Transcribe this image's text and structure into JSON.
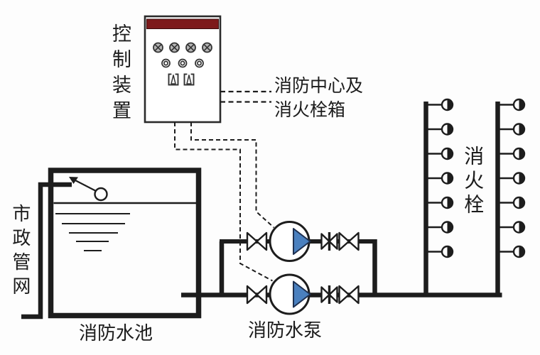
{
  "labels": {
    "control_device": "控制装置",
    "fire_center_line1": "消防中心及",
    "fire_center_line2": "消火栓箱",
    "municipal_network": "市政管网",
    "fire_water_tank": "消防水池",
    "fire_pump": "消防水泵",
    "fire_hydrant": "消火栓"
  },
  "colors": {
    "line": "#1d1d1d",
    "panel_header_red": "#7d1a1b",
    "pump_blue": "#4a80bf",
    "pump_blue_outline": "#1e3050",
    "lamp_gray": "#b5b5b5"
  },
  "components": {
    "control_panel": {
      "crossed_lamps_row1": 4,
      "round_lamps_row2": 3,
      "meter_switches_row3": 2
    },
    "pumps": {
      "count": 2
    },
    "suction_gate_valves": 2,
    "check_valves": 2,
    "discharge_gate_valves": 2,
    "hydrant_risers": {
      "count": 2,
      "hydrants_per_riser": 7
    },
    "tank": {
      "float_valve": true,
      "water_surface_lines": 5
    }
  }
}
